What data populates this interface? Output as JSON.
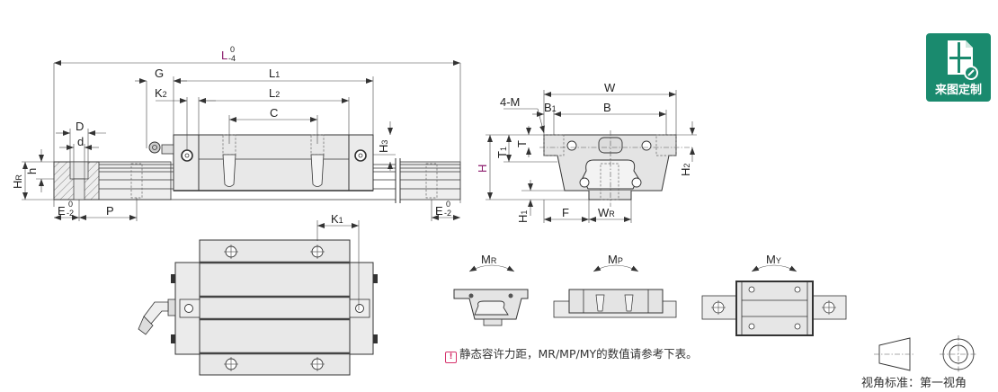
{
  "title": "Linear guide block and rail dimension drawing",
  "dimension_labels": {
    "L": "L",
    "L_tol_upper": "0",
    "L_tol_lower": "-4",
    "L1": "L",
    "L1_sub": "1",
    "L2": "L",
    "L2_sub": "2",
    "G": "G",
    "K2": "K",
    "K2_sub": "2",
    "K1": "K",
    "K1_sub": "1",
    "C": "C",
    "D": "D",
    "d": "d",
    "h": "h",
    "HR": "H",
    "HR_sub": "R",
    "H3": "H",
    "H3_sub": "3",
    "E": "E",
    "E_tol_upper": "0",
    "E_tol_lower": "-2",
    "P": "P",
    "W": "W",
    "B": "B",
    "B1": "B",
    "B1_sub": "1",
    "M": "4-M",
    "T": "T",
    "T1": "T",
    "T1_sub": "1",
    "H": "H",
    "H1": "H",
    "H1_sub": "1",
    "H2": "H",
    "H2_sub": "2",
    "F": "F",
    "WR": "W",
    "WR_sub": "R"
  },
  "moments": {
    "MR": {
      "main": "M",
      "sub": "R"
    },
    "MP": {
      "main": "M",
      "sub": "P"
    },
    "MY": {
      "main": "M",
      "sub": "Y"
    }
  },
  "note": {
    "icon": "warning-icon",
    "text": "静态容许力距，MR/MP/MY的数值请参考下表。"
  },
  "view_standard": {
    "label": "视角标准：第一视角"
  },
  "custom_badge": {
    "label": "来图定制",
    "icon": "drawing-document-icon"
  },
  "colors": {
    "badge": "#1a8a6e",
    "accent_label": "#8b1a6b",
    "warning": "#d6336c"
  }
}
